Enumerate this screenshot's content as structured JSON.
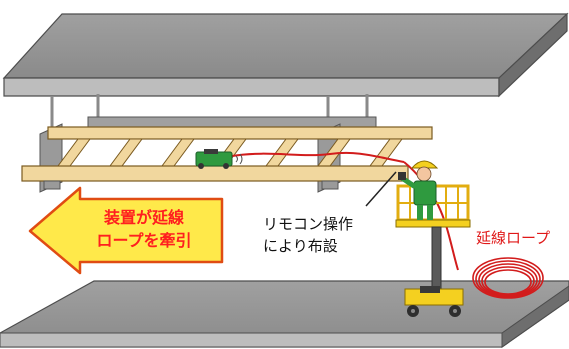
{
  "labels": {
    "arrow_line1": "装置が延線",
    "arrow_line2": "ロープを牽引",
    "remote_line1": "リモコン操作",
    "remote_line2": "により布設",
    "rope": "延線ロープ"
  },
  "colors": {
    "slab": "#8c8c8c",
    "slab_edge": "#4d4d4d",
    "tray": "#f1d79e",
    "arrow_fill": "#ffe94a",
    "arrow_stroke": "#e04c13",
    "rope": "#d21c1c",
    "device": "#2f9a3f",
    "lift": "#f4d020"
  },
  "icons": [
    "pulling-device-icon",
    "worker-icon",
    "scissor-lift-icon",
    "rope-coil-icon",
    "hanger-rod-icon"
  ]
}
